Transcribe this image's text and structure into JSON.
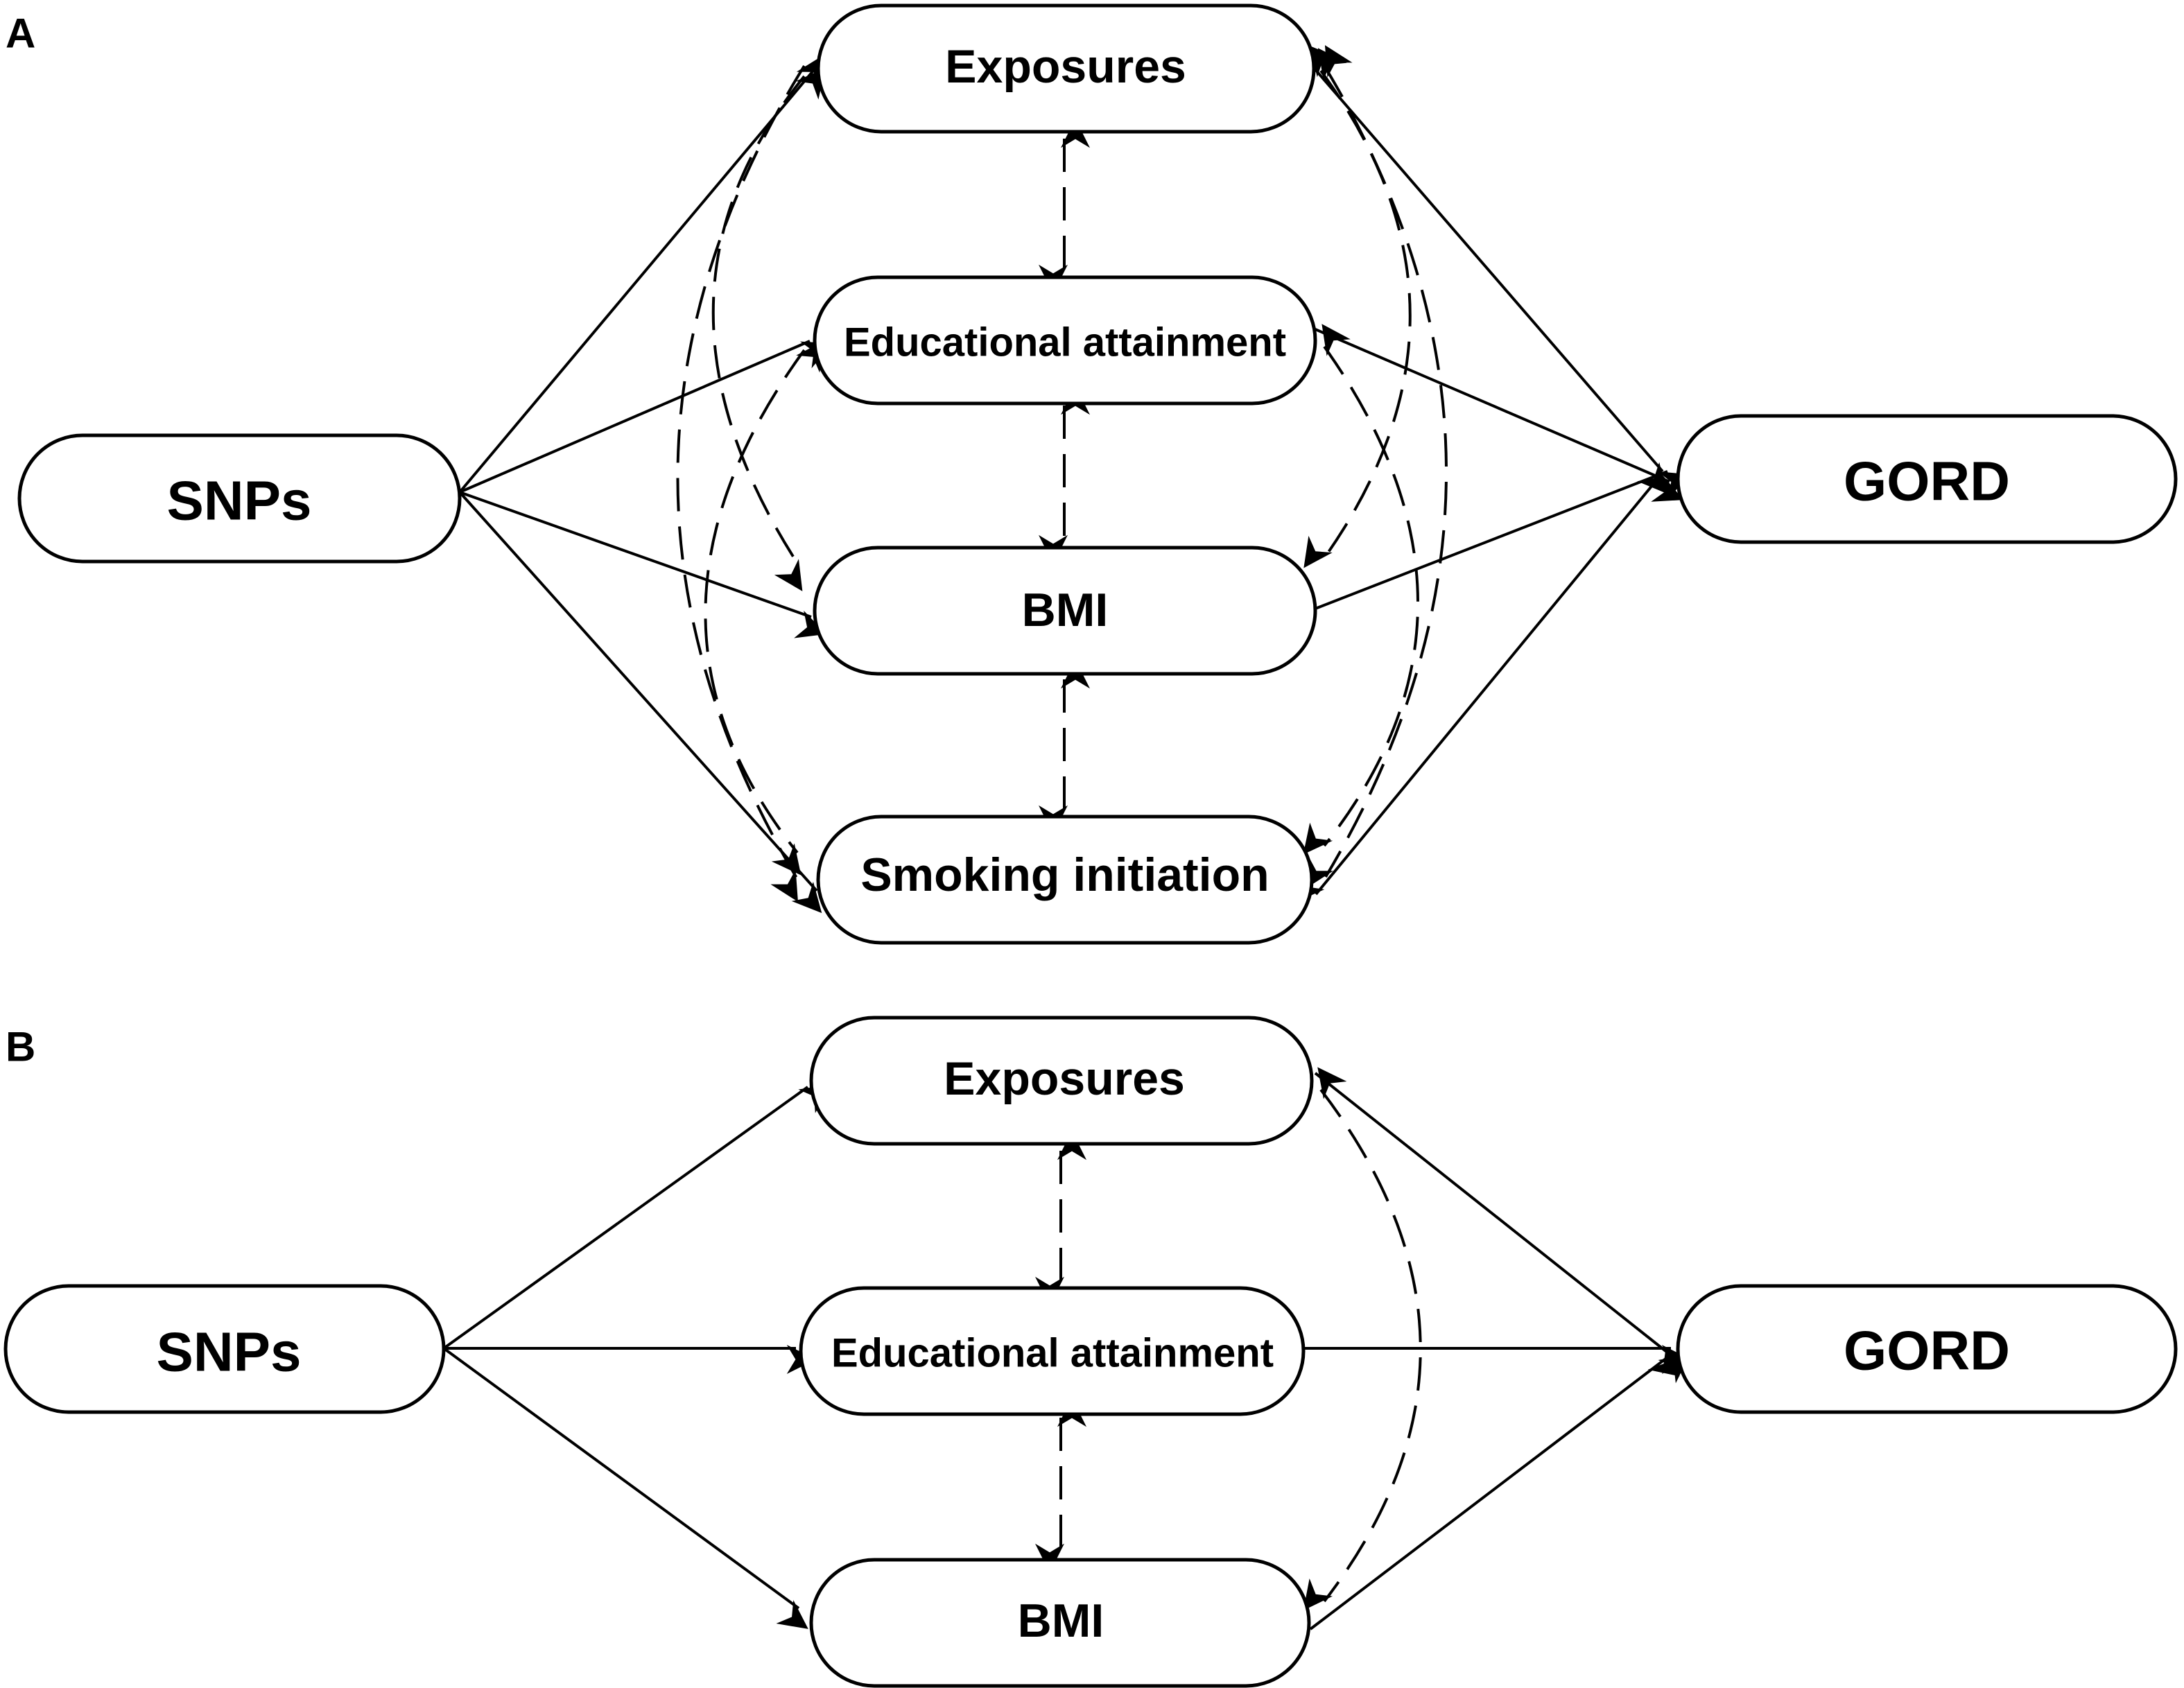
{
  "panels": [
    {
      "label": "A",
      "source": "SNPs",
      "outcome": "GORD",
      "mediators": [
        "Exposures",
        "Educational attainment",
        "BMI",
        "Smoking initiation"
      ]
    },
    {
      "label": "B",
      "source": "SNPs",
      "outcome": "GORD",
      "mediators": [
        "Exposures",
        "Educational attainment",
        "BMI"
      ]
    }
  ]
}
